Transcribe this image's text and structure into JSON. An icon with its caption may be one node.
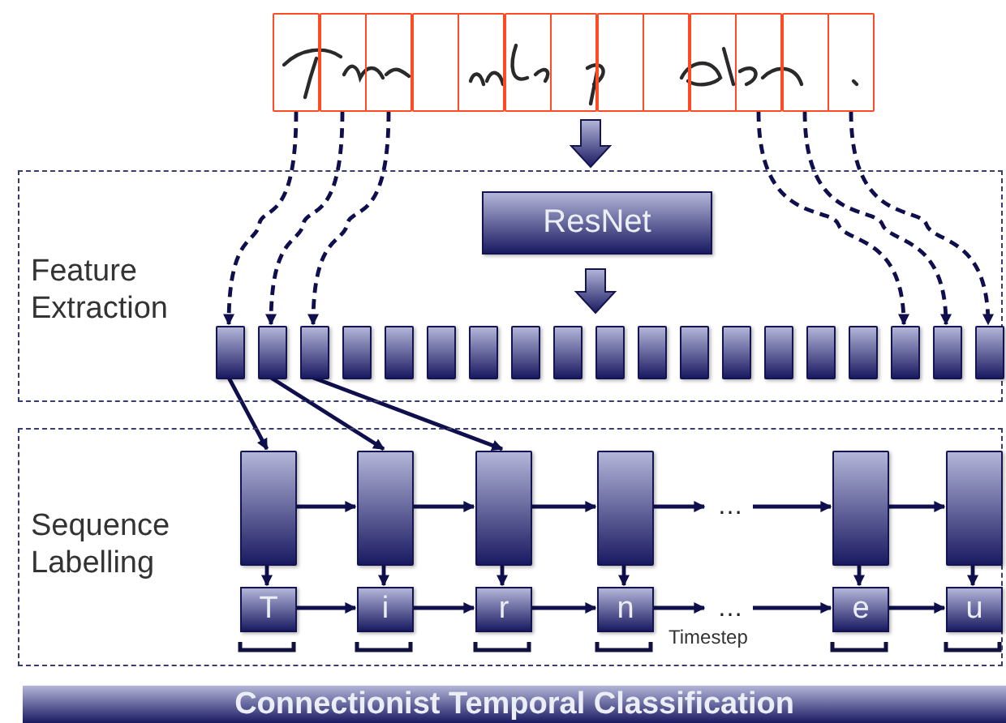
{
  "diagram": {
    "nodes": [
      {
        "text": [],
        "shape": "box"
      },
      {
        "text": [],
        "shape": "box"
      },
      {
        "text": [],
        "shape": "box"
      },
      {
        "text": [],
        "shape": "box"
      },
      {
        "text": [],
        "shape": "box"
      },
      {
        "text": [],
        "shape": "box"
      },
      {
        "text": [],
        "shape": "box"
      },
      {
        "text": [],
        "shape": "box"
      },
      {
        "text": [],
        "shape": "box"
      },
      {
        "text": [],
        "shape": "box"
      },
      {
        "text": [],
        "shape": "box"
      },
      {
        "text": [],
        "shape": "box"
      },
      {
        "text": [],
        "shape": "box"
      },
      {
        "text": [
          "Feature Extraction"
        ]
      },
      {
        "text": [
          "ResNet"
        ],
        "in": 13
      },
      {
        "text": [],
        "shape": "box",
        "in": 13
      },
      {
        "text": [],
        "shape": "box",
        "in": 13
      },
      {
        "text": [],
        "shape": "box",
        "in": 13
      },
      {
        "text": [],
        "shape": "box",
        "in": 13
      },
      {
        "text": [],
        "shape": "box",
        "in": 13
      },
      {
        "text": [],
        "shape": "box",
        "in": 13
      },
      {
        "text": [],
        "shape": "box",
        "in": 13
      },
      {
        "text": [],
        "shape": "box",
        "in": 13
      },
      {
        "text": [],
        "shape": "box",
        "in": 13
      },
      {
        "text": [],
        "shape": "box",
        "in": 13
      },
      {
        "text": [],
        "shape": "box",
        "in": 13
      },
      {
        "text": [],
        "shape": "box",
        "in": 13
      },
      {
        "text": [],
        "shape": "box",
        "in": 13
      },
      {
        "text": [],
        "shape": "box",
        "in": 13
      },
      {
        "text": [],
        "shape": "box",
        "in": 13
      },
      {
        "text": [],
        "shape": "box",
        "in": 13
      },
      {
        "text": [],
        "shape": "box",
        "in": 13
      },
      {
        "text": [],
        "shape": "box",
        "in": 13
      },
      {
        "text": [],
        "shape": "box",
        "in": 13
      },
      {
        "text": [
          "Sequence Labelling"
        ]
      },
      {
        "text": [],
        "shape": "box",
        "in": 34
      },
      {
        "text": [],
        "shape": "box",
        "in": 34
      },
      {
        "text": [],
        "shape": "box",
        "in": 34
      },
      {
        "text": [],
        "shape": "box",
        "in": 34
      },
      {
        "text": [
          "…"
        ],
        "in": 34
      },
      {
        "text": [],
        "shape": "box",
        "in": 34
      },
      {
        "text": [],
        "shape": "box",
        "in": 34
      },
      {
        "text": [
          "T"
        ],
        "in": 34
      },
      {
        "text": [
          "i"
        ],
        "in": 34
      },
      {
        "text": [
          "r"
        ],
        "in": 34
      },
      {
        "text": [
          "n"
        ],
        "in": 34
      },
      {
        "text": [
          "…"
        ],
        "in": 34
      },
      {
        "text": [
          "e"
        ],
        "in": 34
      },
      {
        "text": [
          "u"
        ],
        "in": 34
      },
      {
        "text": [
          "Connectionist Temporal Classification"
        ]
      }
    ],
    "edges": [
      {
        "from": 0,
        "to": 15,
        "arrow": "to",
        "style": "dashed"
      },
      {
        "from": 1,
        "to": 16,
        "arrow": "to",
        "style": "dashed"
      },
      {
        "from": 2,
        "to": 17,
        "arrow": "to",
        "style": "dashed"
      },
      {
        "from": 10,
        "to": 31,
        "arrow": "to",
        "style": "dashed"
      },
      {
        "from": 11,
        "to": 32,
        "arrow": "to",
        "style": "dashed"
      },
      {
        "from": 12,
        "to": 33,
        "arrow": "to",
        "style": "dashed"
      },
      {
        "from": null,
        "to": 14,
        "arrow": "to",
        "style": "thick"
      },
      {
        "from": 14,
        "to": null,
        "arrow": "to",
        "style": "thick"
      },
      {
        "from": 15,
        "to": 35,
        "arrow": "to"
      },
      {
        "from": 16,
        "to": 36,
        "arrow": "to"
      },
      {
        "from": 17,
        "to": 37,
        "arrow": "to"
      },
      {
        "from": 35,
        "to": 36,
        "arrow": "to"
      },
      {
        "from": 36,
        "to": 37,
        "arrow": "to"
      },
      {
        "from": 37,
        "to": 38,
        "arrow": "to"
      },
      {
        "from": 38,
        "to": 39,
        "arrow": "to"
      },
      {
        "from": 39,
        "to": 40,
        "arrow": "to"
      },
      {
        "from": 40,
        "to": 41,
        "arrow": "to"
      },
      {
        "from": 35,
        "to": 42,
        "arrow": "to"
      },
      {
        "from": 36,
        "to": 43,
        "arrow": "to"
      },
      {
        "from": 37,
        "to": 44,
        "arrow": "to"
      },
      {
        "from": 38,
        "to": 45,
        "arrow": "to"
      },
      {
        "from": 40,
        "to": 47,
        "arrow": "to"
      },
      {
        "from": 41,
        "to": 48,
        "arrow": "to"
      },
      {
        "from": 42,
        "to": 43,
        "arrow": "to"
      },
      {
        "from": 43,
        "to": 44,
        "arrow": "to"
      },
      {
        "from": 44,
        "to": 45,
        "arrow": "to"
      },
      {
        "from": 45,
        "to": 46,
        "arrow": "to"
      },
      {
        "from": 46,
        "to": 47,
        "arrow": "to"
      },
      {
        "from": 47,
        "to": 48,
        "arrow": "to"
      }
    ],
    "labels": [
      "Timestep"
    ]
  }
}
